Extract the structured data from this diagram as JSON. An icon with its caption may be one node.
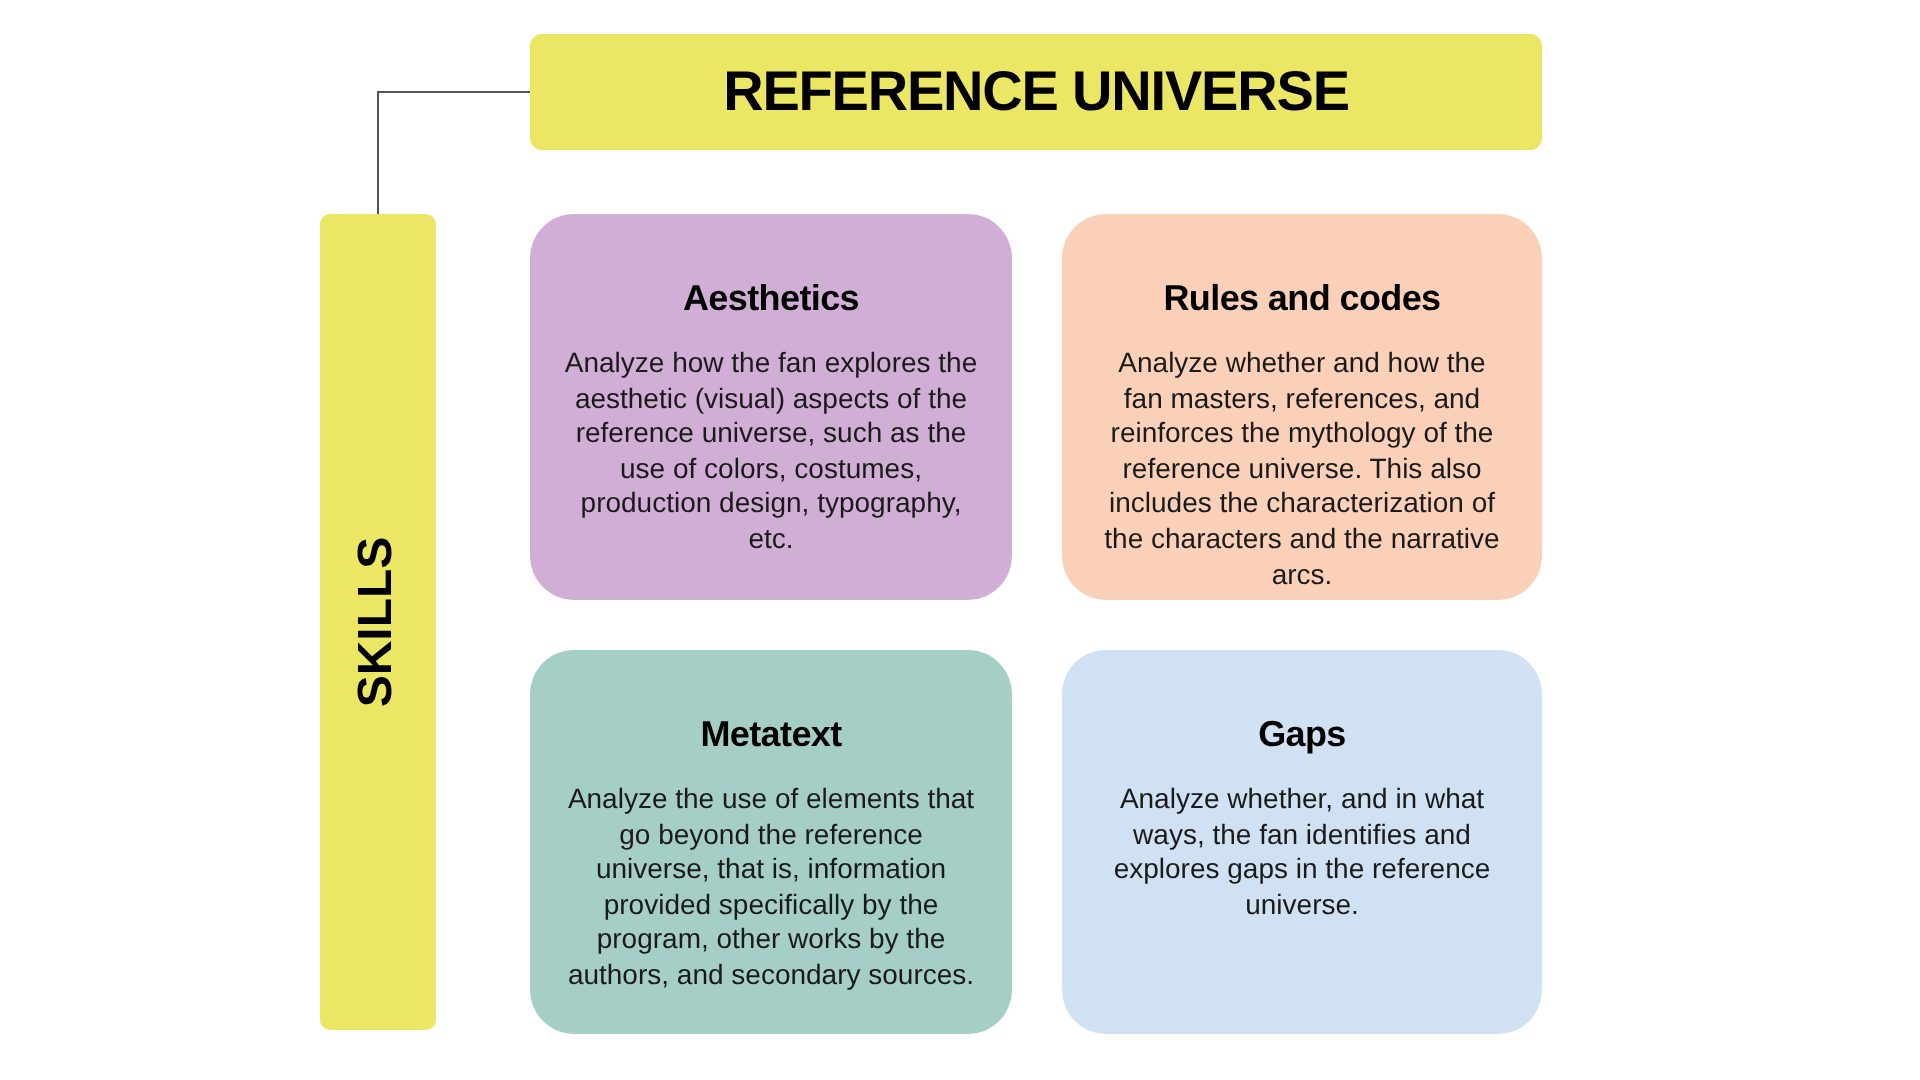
{
  "diagram": {
    "nodes": [
      {
        "text": [
          "REFERENCE UNIVERSE"
        ]
      },
      {
        "text": [
          "SKILLS"
        ]
      },
      {
        "text": [
          "Aesthetics",
          "Analyze how the fan explores the aesthetic (visual) aspects of the reference universe, such as the use of colors, costumes, production design, typography, etc."
        ]
      },
      {
        "text": [
          "Rules and codes",
          "Analyze whether and how the fan masters, references, and reinforces the mythology of the reference universe. This also includes the characterization of the characters and the narrative arcs."
        ]
      },
      {
        "text": [
          "Metatext",
          "Analyze the use of elements that go beyond the reference universe, that is, information provided specifically by the program, other works by the authors, and secondary sources."
        ]
      },
      {
        "text": [
          "Gaps",
          "Analyze whether, and in what ways, the fan identifies and explores gaps in the reference universe."
        ]
      }
    ],
    "edges": [
      {
        "from": 0,
        "to": 1,
        "arrow": "none"
      }
    ]
  }
}
